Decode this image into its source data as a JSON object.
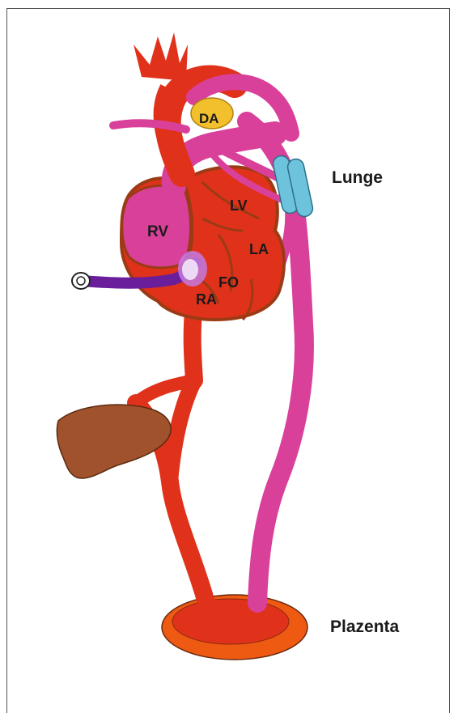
{
  "labels": {
    "da": "DA",
    "lv": "LV",
    "rv": "RV",
    "la": "LA",
    "fo": "FO",
    "ra": "RA",
    "lunge": "Lunge",
    "plazenta": "Plazenta"
  },
  "colors": {
    "oxygenated_red": "#e0311a",
    "deoxygenated_pink": "#d9409a",
    "heart_brown_outline": "#9b3b15",
    "liver_brown": "#a0522d",
    "ductus_yellow": "#f2c02c",
    "lung_blue": "#6ec3dc",
    "catheter_purple": "#6a1e9a",
    "placenta_orange": "#ef5a12"
  }
}
